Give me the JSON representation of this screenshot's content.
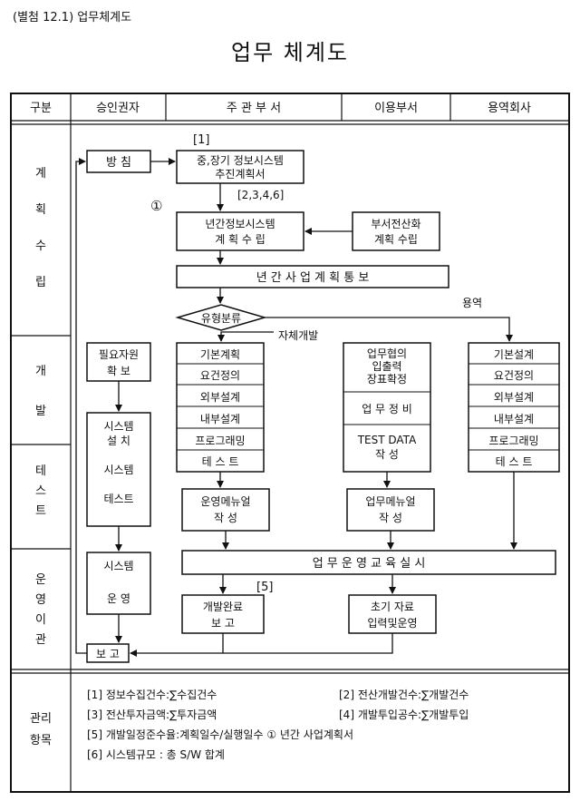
{
  "caption": "(별첨 12.1) 업무체계도",
  "title": "업무 체계도",
  "columns": [
    "구분",
    "승인권자",
    "주 관 부 서",
    "이용부서",
    "용역회사"
  ],
  "rows": [
    "계\n획\n수\n립",
    "개\n발",
    "테\n스\n트",
    "운\n영\n이\n관",
    "관리\n항목"
  ],
  "boxes": {
    "policy": "방 침",
    "midlong": "중,장기 정보시스템\n추진계획서",
    "annual": "년간정보시스템\n계 획 수 립",
    "deptplan": "부서전산화\n계획 수립",
    "notify": "년 간  사 업 계 획  통 보",
    "classify": "유형분류",
    "resource": "필요자원\n확 보",
    "install": "시스템\n설 치\n\n시스템\n\n테스트",
    "operate": "시스템\n\n운 영",
    "report": "보 고",
    "inhouse_steps": [
      "기본계획",
      "요건정의",
      "외부설계",
      "내부설계",
      "프로그래밍",
      "테 스 트"
    ],
    "user_reqs": "업무협의\n입출력\n장표확정",
    "user_maint": "업 무 정 비",
    "user_test": "TEST  DATA\n작      성",
    "vendor_steps": [
      "기본설계",
      "요건정의",
      "외부설계",
      "내부설계",
      "프로그래밍",
      "테 스 트"
    ],
    "op_manual": "운영메뉴얼\n작      성",
    "biz_manual": "업무메뉴얼\n작      성",
    "training": "업  무    운  영    교  육    실  시",
    "done_report": "개발완료\n보    고",
    "initial_data": "초기 자료\n입력및운영"
  },
  "labels": {
    "ref1": "[1]",
    "ref2346": "[2,3,4,6]",
    "ref5": "[5]",
    "circle1": "①",
    "vendor": "용역",
    "inhouse": "자체개발"
  },
  "mgmt": {
    "i1": "[1] 정보수집건수:∑수집건수",
    "i2": "[2] 전산개발건수:∑개발건수",
    "i3": "[3] 전산투자금액:∑투자금액",
    "i4": "[4] 개발투입공수:∑개발투입",
    "i5": "[5] 개발일정준수율:계획일수/실행일수 ① 년간 사업계획서",
    "i6": "[6] 시스템규모   :  총 S/W 합계"
  }
}
